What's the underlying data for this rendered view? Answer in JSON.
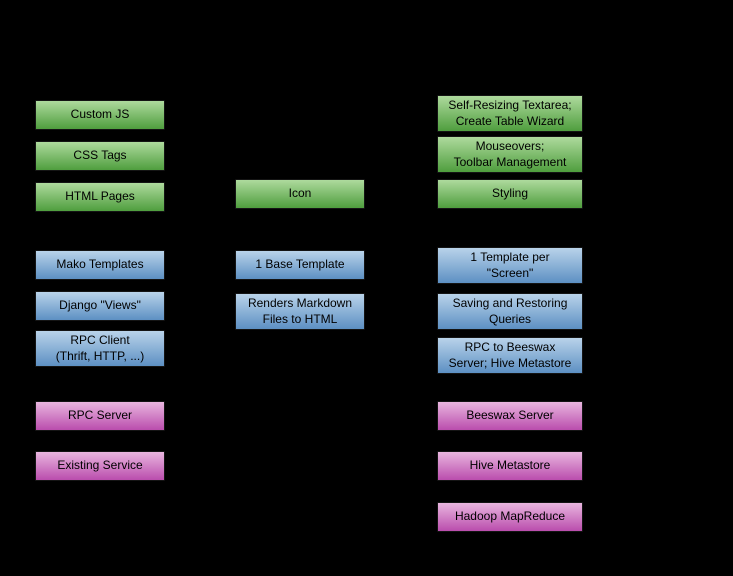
{
  "diagram": {
    "background": "#000000",
    "colors": {
      "green_top": "#aeda9d",
      "green_bottom": "#4f9e3e",
      "blue_top": "#b9d3ea",
      "blue_bottom": "#5d90c3",
      "magenta_top": "#e9b6df",
      "magenta_bottom": "#ba4dad",
      "text": "#000000"
    },
    "boxes": [
      {
        "id": "custom-js",
        "group": "green",
        "label": "Custom JS"
      },
      {
        "id": "css-tags",
        "group": "green",
        "label": "CSS Tags"
      },
      {
        "id": "html-pages",
        "group": "green",
        "label": "HTML Pages"
      },
      {
        "id": "icon",
        "group": "green",
        "label": "Icon"
      },
      {
        "id": "self-resizing-textarea",
        "group": "green",
        "label": "Self-Resizing Textarea;\nCreate Table Wizard"
      },
      {
        "id": "mouseovers",
        "group": "green",
        "label": "Mouseovers;\nToolbar Management"
      },
      {
        "id": "styling",
        "group": "green",
        "label": "Styling"
      },
      {
        "id": "mako-templates",
        "group": "blue",
        "label": "Mako Templates"
      },
      {
        "id": "django-views",
        "group": "blue",
        "label": "Django \"Views\""
      },
      {
        "id": "rpc-client",
        "group": "blue",
        "label": "RPC Client\n(Thrift, HTTP, ...)"
      },
      {
        "id": "base-template",
        "group": "blue",
        "label": "1 Base Template"
      },
      {
        "id": "renders-markdown",
        "group": "blue",
        "label": "Renders Markdown\nFiles to HTML"
      },
      {
        "id": "template-per-screen",
        "group": "blue",
        "label": "1 Template per\n\"Screen\""
      },
      {
        "id": "saving-restoring-queries",
        "group": "blue",
        "label": "Saving and Restoring\nQueries"
      },
      {
        "id": "rpc-to-beeswax",
        "group": "blue",
        "label": "RPC to Beeswax\nServer; Hive Metastore"
      },
      {
        "id": "rpc-server",
        "group": "magenta",
        "label": "RPC Server"
      },
      {
        "id": "existing-service",
        "group": "magenta",
        "label": "Existing Service"
      },
      {
        "id": "beeswax-server",
        "group": "magenta",
        "label": "Beeswax Server"
      },
      {
        "id": "hive-metastore",
        "group": "magenta",
        "label": "Hive Metastore"
      },
      {
        "id": "hadoop-mapreduce",
        "group": "magenta",
        "label": "Hadoop MapReduce"
      }
    ]
  }
}
